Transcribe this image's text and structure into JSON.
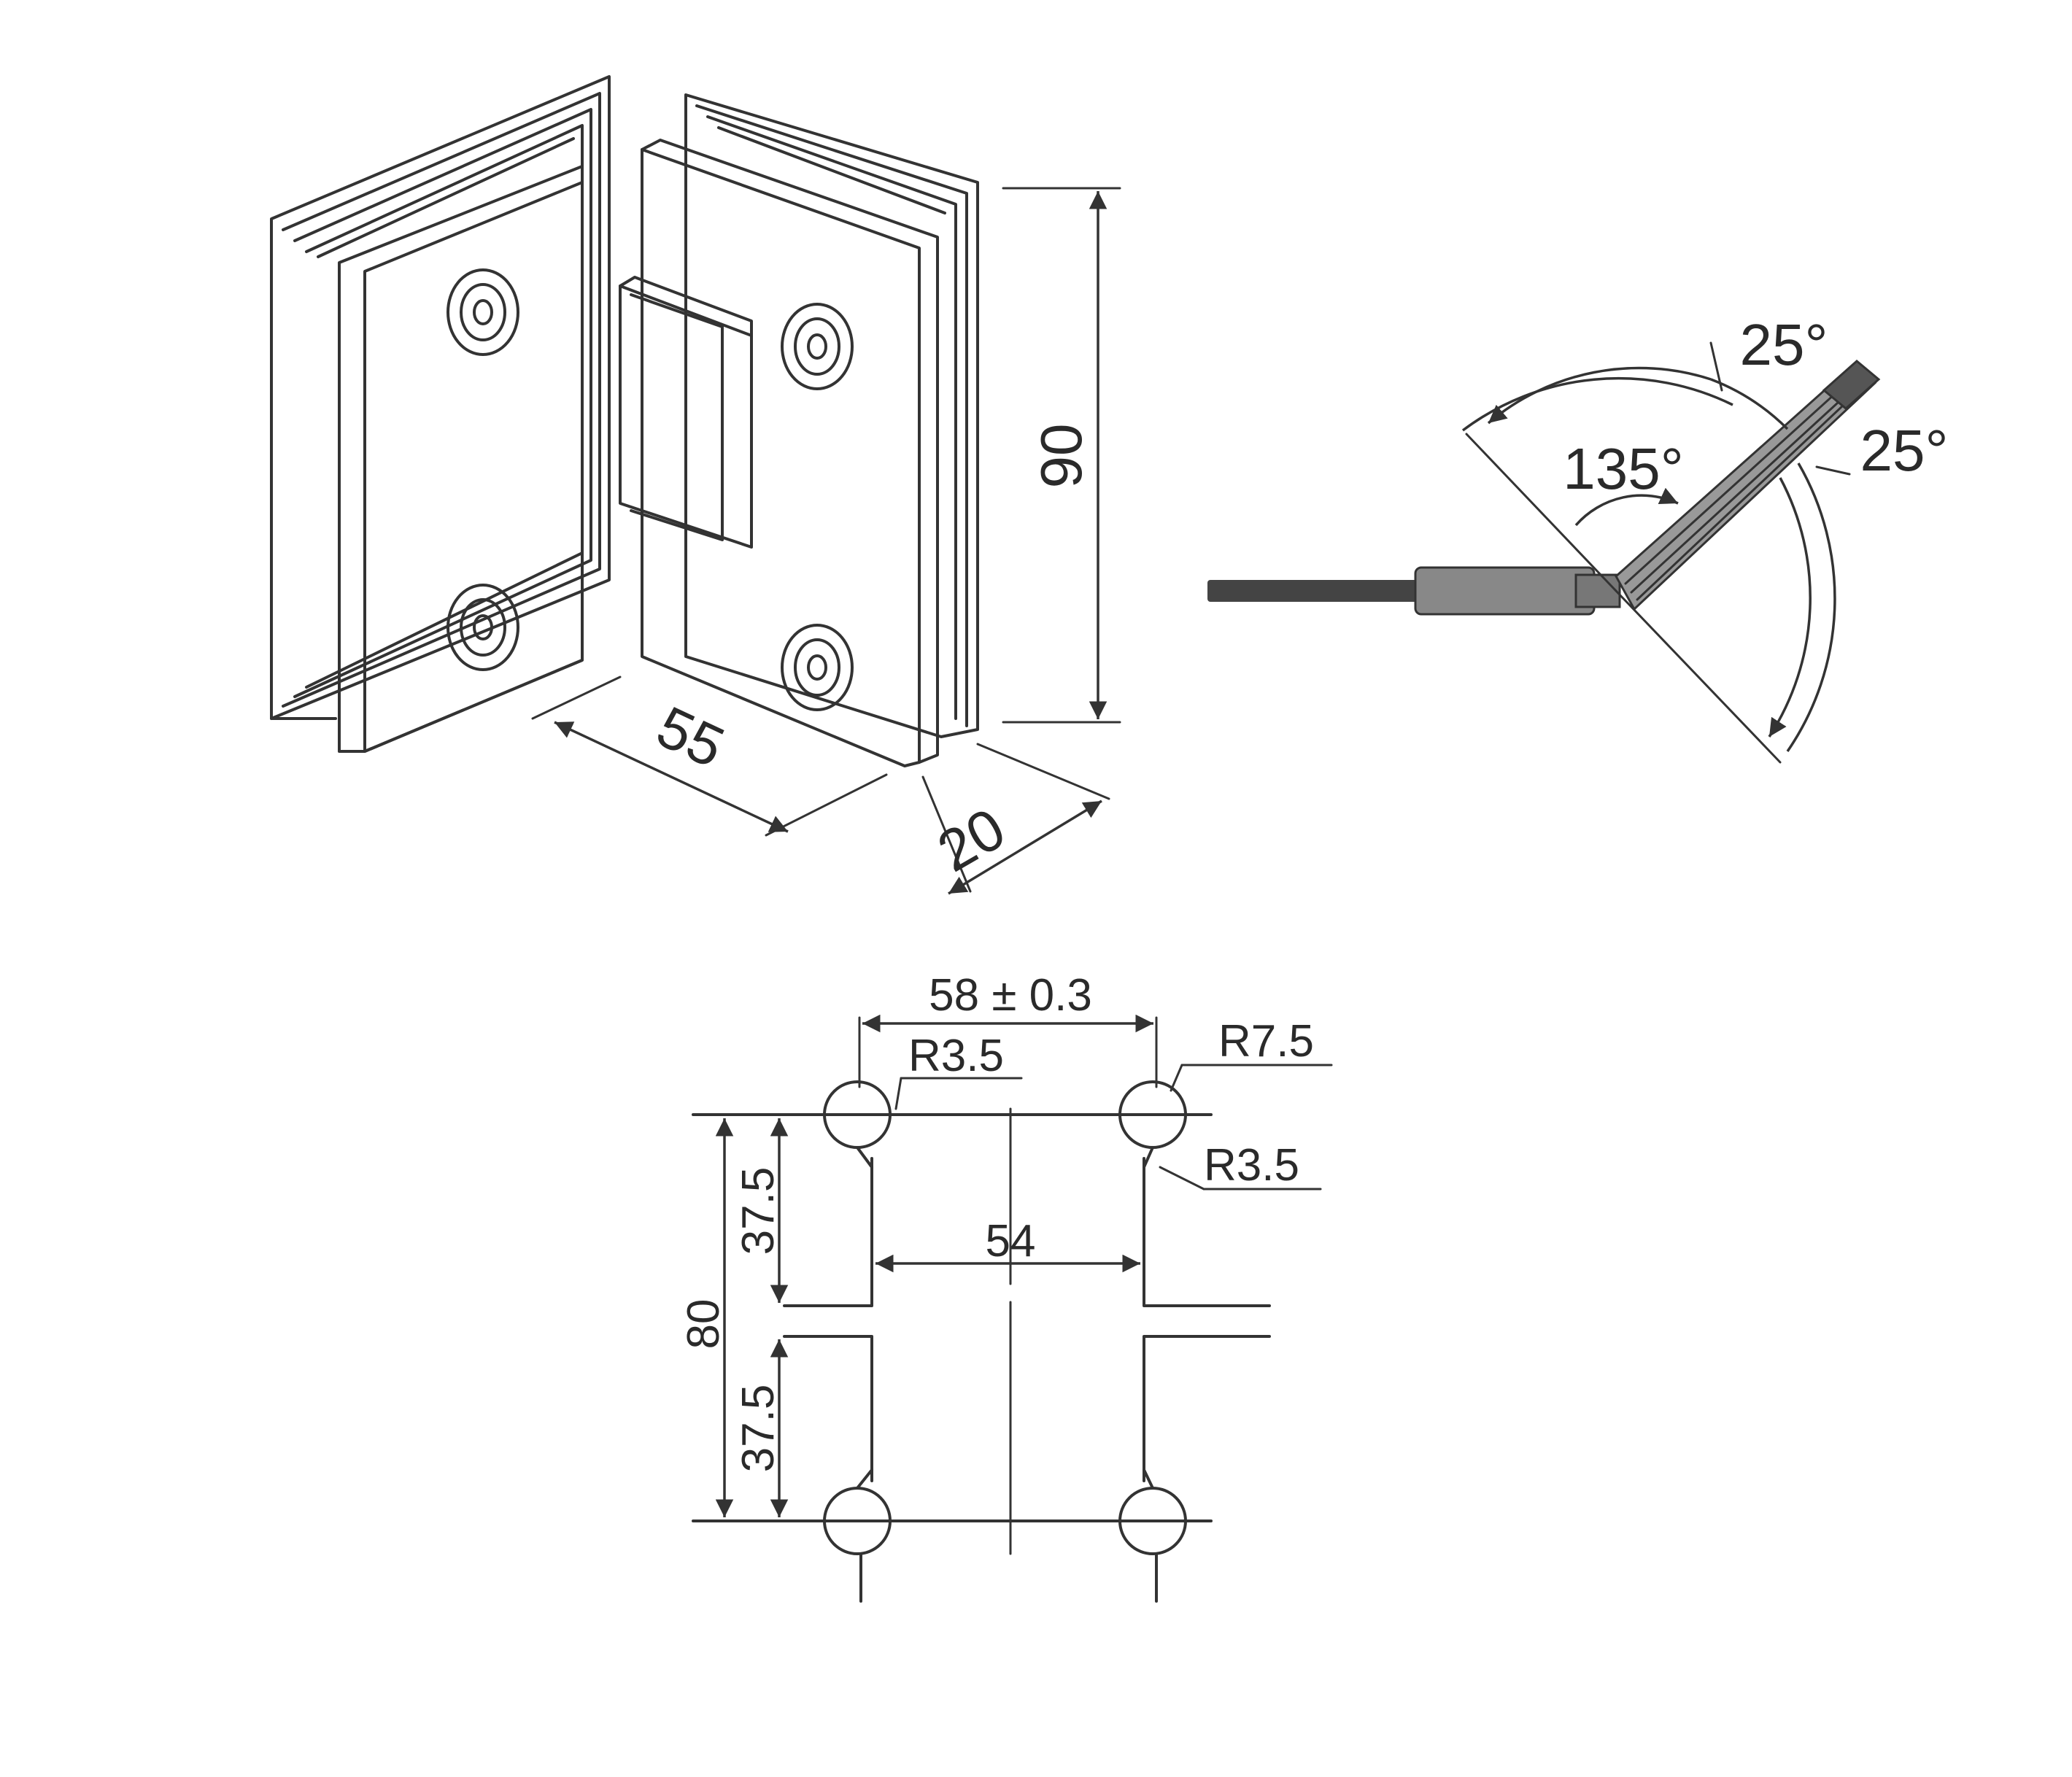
{
  "hinge": {
    "dim_height": "90",
    "dim_width": "55",
    "dim_depth": "20"
  },
  "swing": {
    "angle_open": "135°",
    "angle_left": "25°",
    "angle_right": "25°"
  },
  "cutout": {
    "overall_width": "58 ± 0.3",
    "radius_corner_left": "R3.5",
    "radius_notch": "R7.5",
    "radius_corner_right": "R3.5",
    "inner_width": "54",
    "overall_height": "80",
    "upper_offset": "37.5",
    "lower_offset": "37.5"
  },
  "colors": {
    "line": "#333333",
    "background": "#ffffff"
  }
}
